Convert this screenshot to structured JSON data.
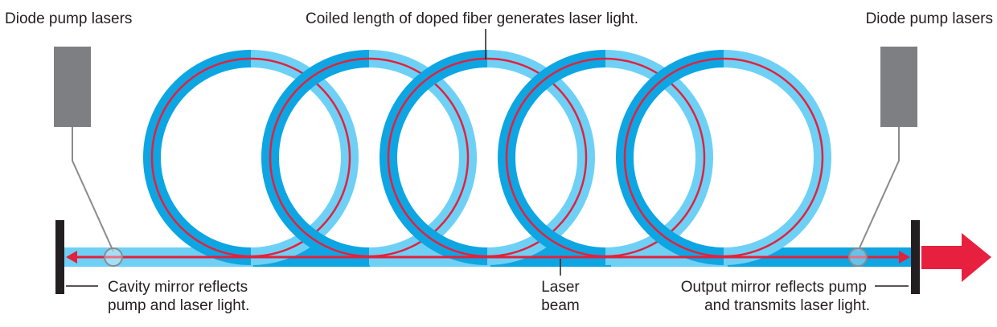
{
  "labels": {
    "pump_left": "Diode pump lasers",
    "coil": "Coiled length of doped fiber generates laser light.",
    "pump_right": "Diode pump lasers",
    "cavity_mirror_line1": "Cavity mirror reflects",
    "cavity_mirror_line2": "pump and laser light.",
    "beam_line1": "Laser",
    "beam_line2": "beam",
    "output_mirror_line1": "Output mirror reflects pump",
    "output_mirror_line2": "and transmits laser light."
  },
  "colors": {
    "fiber_dark": "#0ea5e3",
    "fiber_light": "#6fd0f5",
    "laser_red": "#e3213c",
    "output_arrow": "#e8203f",
    "mirror": "#231f20",
    "pump_box": "#7e7f82",
    "lead_line": "#8a8b8e",
    "text": "#231f20"
  },
  "coil_loops": 5
}
